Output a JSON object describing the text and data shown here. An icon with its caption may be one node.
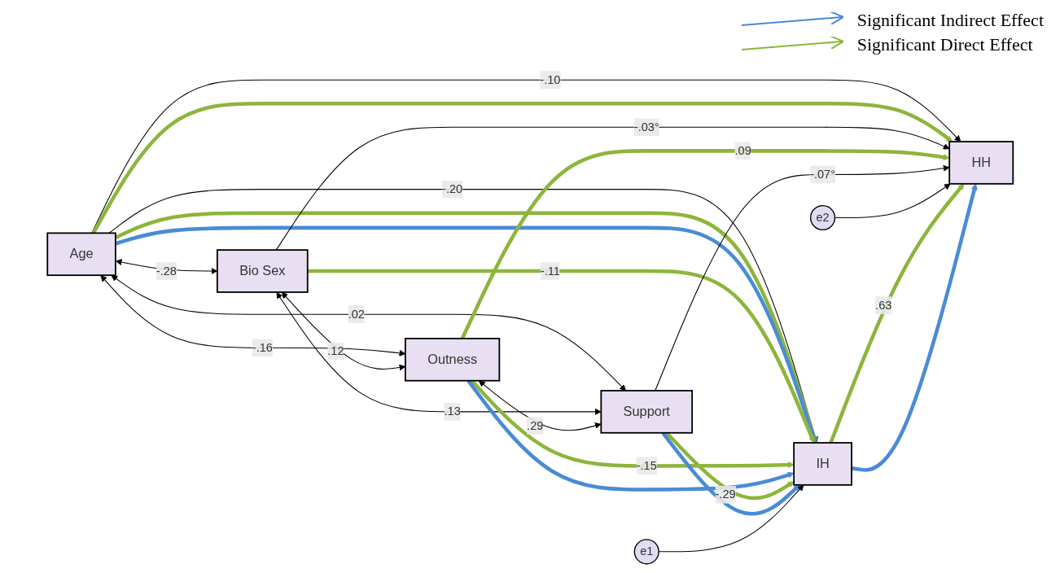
{
  "diagram": {
    "nodes": [
      {
        "text": [
          "Age"
        ]
      },
      {
        "text": [
          "Bio Sex"
        ]
      },
      {
        "text": [
          "Outness"
        ]
      },
      {
        "text": [
          "Support"
        ]
      },
      {
        "text": [
          "e1"
        ]
      },
      {
        "text": [
          "IH"
        ]
      },
      {
        "text": [
          "e2"
        ]
      },
      {
        "text": [
          "HH"
        ]
      }
    ],
    "edges": [
      {
        "from": 0,
        "to": 1,
        "arrow": "both",
        "label": "-.28"
      },
      {
        "from": 0,
        "to": 2,
        "arrow": "both",
        "label": "-.16"
      },
      {
        "from": 0,
        "to": 3,
        "arrow": "both",
        "label": ".02"
      },
      {
        "from": 1,
        "to": 2,
        "arrow": "both",
        "label": ".12"
      },
      {
        "from": 1,
        "to": 3,
        "arrow": "both",
        "label": ".13"
      },
      {
        "from": 2,
        "to": 3,
        "arrow": "both",
        "label": ".29"
      },
      {
        "from": 0,
        "to": 7,
        "arrow": "to",
        "label": "-.10"
      },
      {
        "from": 0,
        "to": 7,
        "arrow": "to",
        "style": "thick",
        "color": "#8db53c"
      },
      {
        "from": 0,
        "to": 5,
        "arrow": "to",
        "label": "-.20"
      },
      {
        "from": 0,
        "to": 5,
        "arrow": "to",
        "style": "thick",
        "color": "#8db53c"
      },
      {
        "from": 0,
        "to": 5,
        "arrow": "to",
        "style": "thick",
        "color": "#4a8bd6"
      },
      {
        "from": 1,
        "to": 7,
        "arrow": "to",
        "label": "-.03°"
      },
      {
        "from": 1,
        "to": 5,
        "arrow": "to",
        "label": "-.11",
        "style": "thick",
        "color": "#8db53c"
      },
      {
        "from": 2,
        "to": 5,
        "arrow": "to",
        "label": "-.15",
        "style": "thick",
        "color": "#8db53c"
      },
      {
        "from": 2,
        "to": 5,
        "arrow": "to",
        "style": "thick",
        "color": "#4a8bd6"
      },
      {
        "from": 2,
        "to": 7,
        "arrow": "to",
        "label": ".09",
        "style": "thick",
        "color": "#8db53c"
      },
      {
        "from": 3,
        "to": 5,
        "arrow": "to",
        "label": "-.29",
        "style": "thick",
        "color": "#8db53c"
      },
      {
        "from": 3,
        "to": 5,
        "arrow": "to",
        "style": "thick",
        "color": "#4a8bd6"
      },
      {
        "from": 3,
        "to": 7,
        "arrow": "to",
        "label": "-.07°"
      },
      {
        "from": 4,
        "to": 5,
        "arrow": "to"
      },
      {
        "from": 6,
        "to": 7,
        "arrow": "to"
      },
      {
        "from": 5,
        "to": 7,
        "arrow": "to",
        "label": ".63",
        "style": "thick",
        "color": "#8db53c"
      },
      {
        "from": 5,
        "to": 7,
        "arrow": "to",
        "style": "thick",
        "color": "#4a8bd6"
      }
    ],
    "legend": [
      {
        "text": "Significant Indirect Effect"
      },
      {
        "text": "Significant Direct Effect"
      }
    ]
  }
}
